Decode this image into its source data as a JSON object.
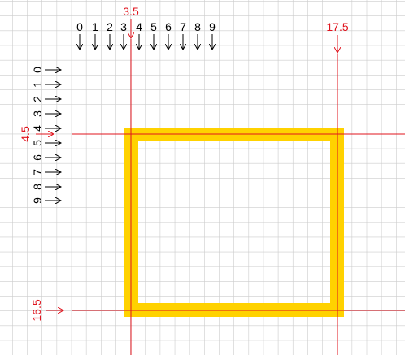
{
  "colors": {
    "grid": "#cccccc",
    "guide": "#e0141e",
    "frame": "#ffd200",
    "text": "#000000"
  },
  "column_labels": [
    "0",
    "1",
    "2",
    "3",
    "4",
    "5",
    "6",
    "7",
    "8",
    "9"
  ],
  "row_labels": [
    "0",
    "1",
    "2",
    "3",
    "4",
    "5",
    "6",
    "7",
    "8",
    "9"
  ],
  "guides": {
    "left": "3.5",
    "right": "17.5",
    "top": "4.5",
    "bottom": "16.5"
  }
}
